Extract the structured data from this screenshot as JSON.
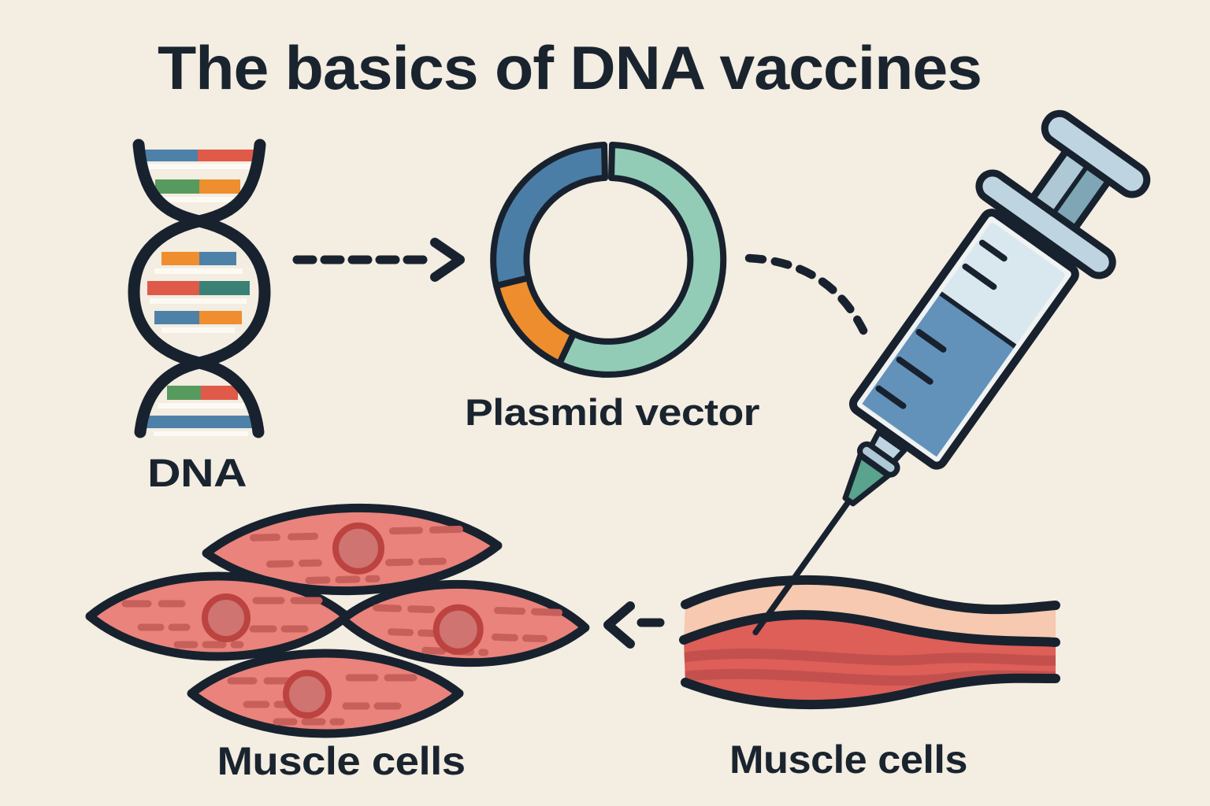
{
  "title": "The basics of DNA vaccines",
  "labels": {
    "dna": "DNA",
    "plasmid": "Plasmid vector",
    "muscle_cells_left": "Muscle cells",
    "muscle_cells_right": "Muscle cells"
  },
  "flow": {
    "arrows": [
      {
        "from": "DNA",
        "to": "Plasmid vector",
        "style": "dashed-right"
      },
      {
        "from": "Plasmid vector",
        "to": "Syringe",
        "style": "dashed-curved"
      },
      {
        "from": "Muscle tissue (injection site)",
        "to": "Muscle cells",
        "style": "dashed-left"
      }
    ]
  },
  "colors": {
    "background": "#f3ede2",
    "outline": "#18222e",
    "text": "#1a242f",
    "white_stripe": "#fdfaf3",
    "dna_blue": "#4e81a8",
    "dna_red": "#e05a49",
    "dna_green": "#579a5e",
    "dna_orange": "#ee8e2e",
    "dna_teal": "#3a8175",
    "plasmid_teal": "#92ccb7",
    "plasmid_blue": "#4b7ea7",
    "plasmid_orange": "#ee8d2d",
    "cell_fill": "#e9837b",
    "cell_nucleus_fill": "#cf7470",
    "cell_nucleus_ring": "#bc4340",
    "cell_striation": "#c75f5a",
    "skin_layer": "#f6c9b0",
    "muscle_layer": "#dd5f58",
    "muscle_stripe": "#c4504e",
    "syringe_trim": "#bed5e1",
    "syringe_shaft": "#aec8d5",
    "syringe_shaft_dark": "#7ea6b4",
    "syringe_body": "#f0f3f2",
    "syringe_pale": "#d9e7ef",
    "syringe_liquid": "#6292ba",
    "hub_green": "#5aa38c"
  }
}
